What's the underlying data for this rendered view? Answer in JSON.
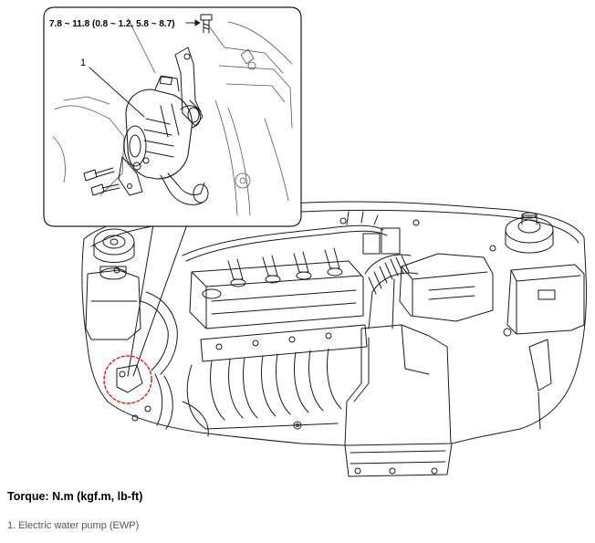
{
  "diagram": {
    "torque_spec": "7.8 ~ 11.8 (0.8 ~ 1.2, 5.8 ~ 8.7)",
    "callout_number": "1"
  },
  "caption": {
    "title": "Torque: N.m (kgf.m, lb-ft)",
    "legend_item_1": "1. Electric water pump (EWP)"
  },
  "colors": {
    "line": "#1a1a1a",
    "highlight_circle": "#d42020"
  }
}
